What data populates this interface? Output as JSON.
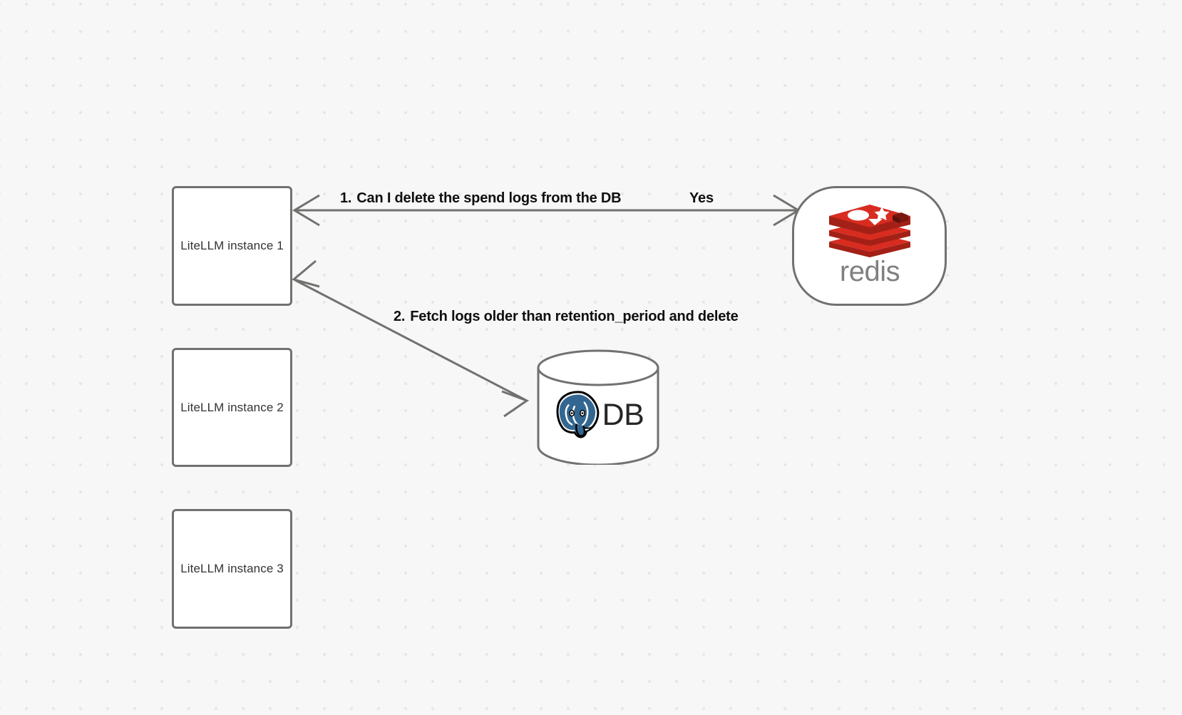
{
  "canvas": {
    "background_color": "#f7f7f7",
    "dot_color": "#e7e7e7",
    "stroke_color": "#71716f"
  },
  "nodes": [
    {
      "id": "instance-1",
      "label": "LiteLLM instance 1",
      "shape": "rounded-rect"
    },
    {
      "id": "instance-2",
      "label": "LiteLLM instance 2",
      "shape": "rounded-rect"
    },
    {
      "id": "instance-3",
      "label": "LiteLLM instance 3",
      "shape": "rounded-rect"
    },
    {
      "id": "redis",
      "label": "redis",
      "shape": "stadium",
      "icon": "redis-logo-icon",
      "brand_color": "#d82c20"
    },
    {
      "id": "database",
      "label": "DB",
      "shape": "cylinder",
      "icon": "postgresql-elephant-icon",
      "brand_color": "#336791"
    }
  ],
  "instances": {
    "one": "LiteLLM instance 1",
    "two": "LiteLLM instance 2",
    "three": "LiteLLM instance 3"
  },
  "redis": {
    "wordmark": "redis"
  },
  "database": {
    "label": "DB"
  },
  "edges": [
    {
      "id": "edge-1",
      "from": "instance-1",
      "to": "redis",
      "number": "1.",
      "text": "Can I delete the spend logs from the DB",
      "reply": "Yes",
      "direction": "bidirectional"
    },
    {
      "id": "edge-2",
      "from": "instance-1",
      "to": "database",
      "number": "2.",
      "text": "Fetch logs older than retention_period and delete",
      "direction": "bidirectional"
    }
  ],
  "labels": {
    "step1_num": "1.",
    "step1_text": "Can I delete the spend logs from the DB",
    "step1_reply": "Yes",
    "step2_num": "2.",
    "step2_text": "Fetch logs older than retention_period and delete"
  }
}
